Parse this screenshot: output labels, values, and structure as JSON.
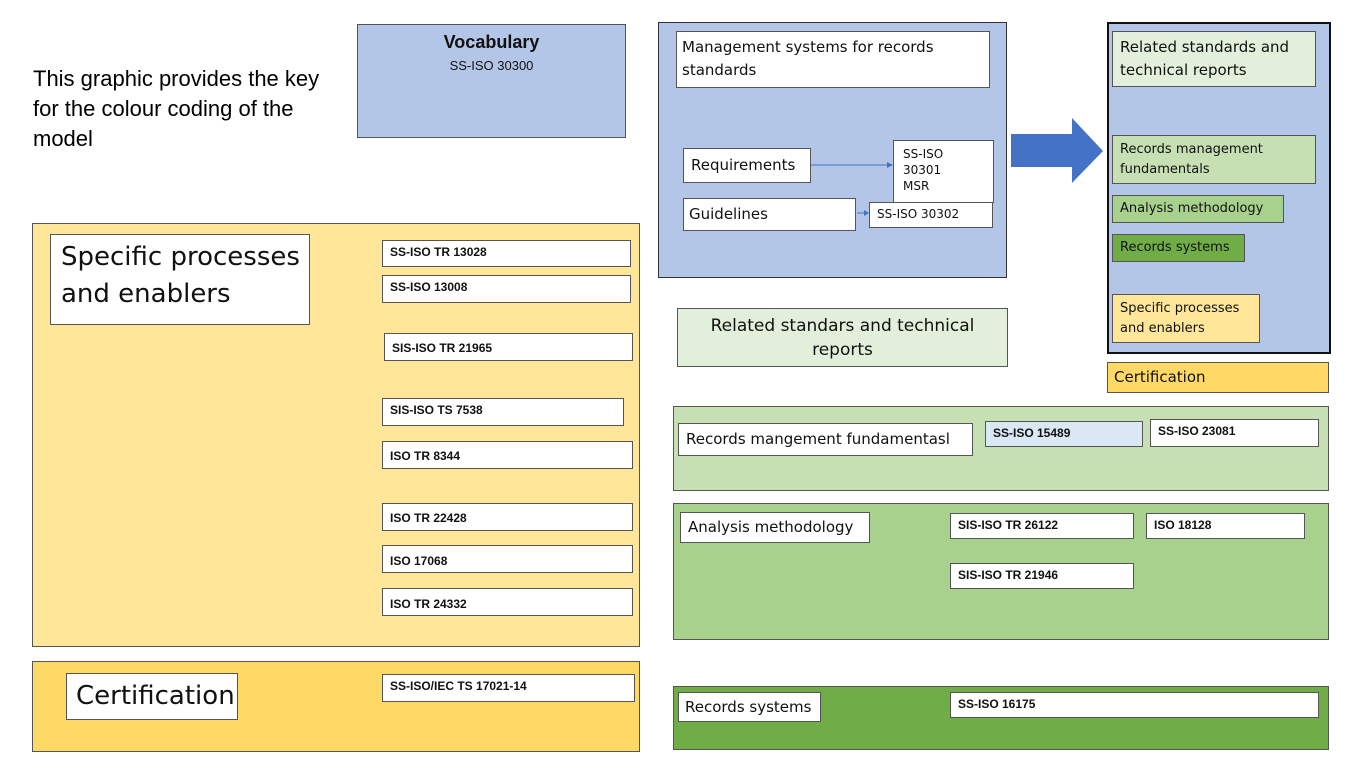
{
  "intro_text": "This graphic provides the key for the colour coding of the model",
  "vocabulary": {
    "title": "Vocabulary",
    "code": "SS-ISO 30300"
  },
  "specific": {
    "label": "Specific processes and enablers",
    "codes": [
      "SS-ISO TR 13028",
      "SS-ISO 13008",
      "SIS-ISO TR 21965",
      "SIS-ISO TS 7538",
      "ISO TR 8344",
      "ISO TR 22428",
      "ISO 17068",
      "ISO TR 24332"
    ]
  },
  "certification": {
    "label": "Certification",
    "code": "SS-ISO/IEC TS 17021-14"
  },
  "msr": {
    "title": "Management systems for records standards",
    "requirements_label": "Requirements",
    "guidelines_label": "Guidelines",
    "requirements_code": "SS-ISO 30301 MSR",
    "guidelines_code": "SS-ISO 30302"
  },
  "related_center": "Related standars and technical reports",
  "fundamentals": {
    "label": "Records mangement fundamentasl",
    "codes": [
      "SS-ISO 15489",
      "SS-ISO 23081"
    ]
  },
  "analysis": {
    "label": "Analysis methodology",
    "codes": [
      "SIS-ISO TR 26122",
      "ISO 18128",
      "SIS-ISO TR 21946"
    ]
  },
  "records_systems": {
    "label": "Records systems",
    "code": "SS-ISO 16175"
  },
  "key": {
    "related": "Related standards and technical reports",
    "fundamentals": "Records management fundamentals",
    "analysis": "Analysis methodology",
    "systems": "Records systems",
    "specific": "Specific processes and enablers",
    "certification": "Certification"
  },
  "colors": {
    "vocabulary": "#b4c6e7",
    "specific": "#ffe699",
    "certification": "#ffd966",
    "related": "#e2efda",
    "fundamentals": "#c6e0b4",
    "analysis": "#a9d18e",
    "systems": "#70ad47",
    "arrow": "#4472c4"
  }
}
